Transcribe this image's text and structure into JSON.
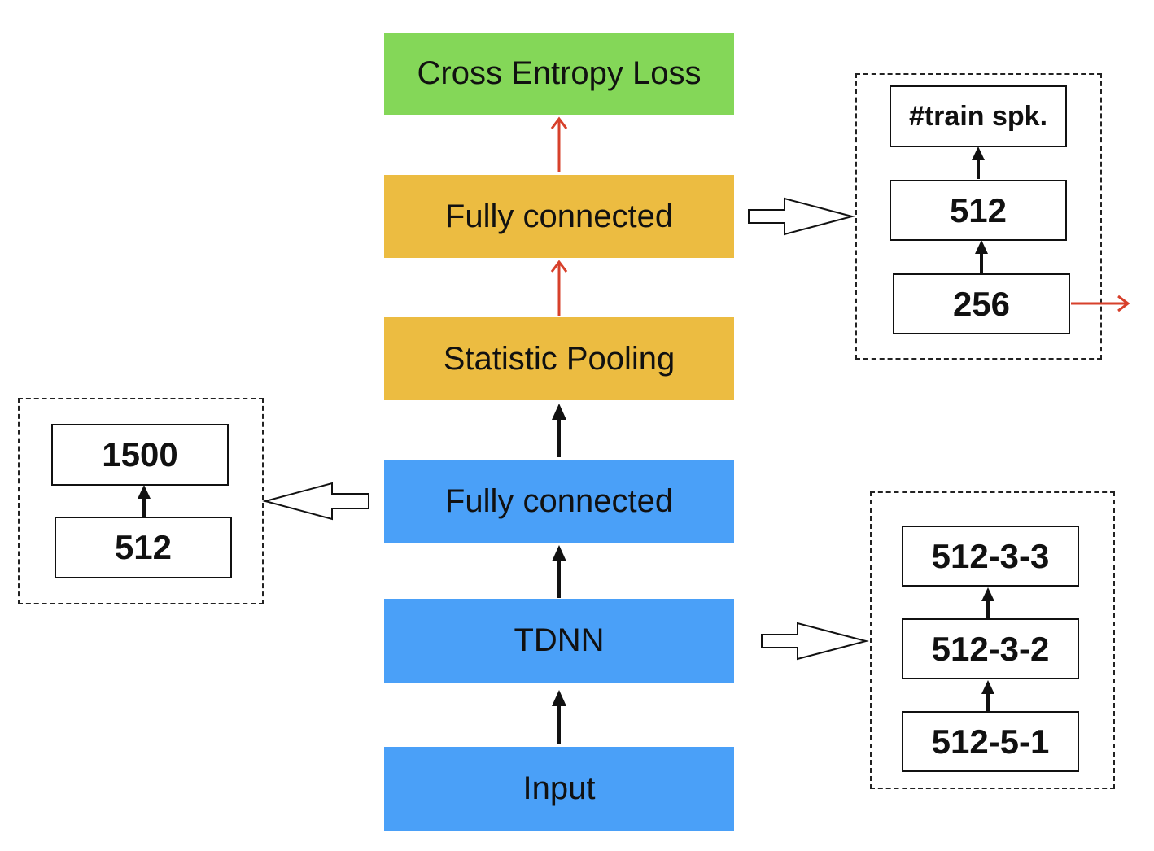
{
  "colors": {
    "loss_green": "#84d758",
    "fc_orange": "#ecbc41",
    "tdnn_blue": "#4aa0f8",
    "arrow_black": "#111111",
    "arrow_red": "#d7402b"
  },
  "main_stack": {
    "loss": "Cross Entropy Loss",
    "fc_top": "Fully connected",
    "pooling": "Statistic Pooling",
    "fc_bottom": "Fully connected",
    "tdnn": "TDNN",
    "input": "Input"
  },
  "group_top_right": {
    "out": "#train spk.",
    "l512": "512",
    "l256": "256"
  },
  "group_left": {
    "l1500": "1500",
    "l512": "512"
  },
  "group_bottom_right": {
    "l3": "512-3-3",
    "l2": "512-3-2",
    "l1": "512-5-1"
  }
}
